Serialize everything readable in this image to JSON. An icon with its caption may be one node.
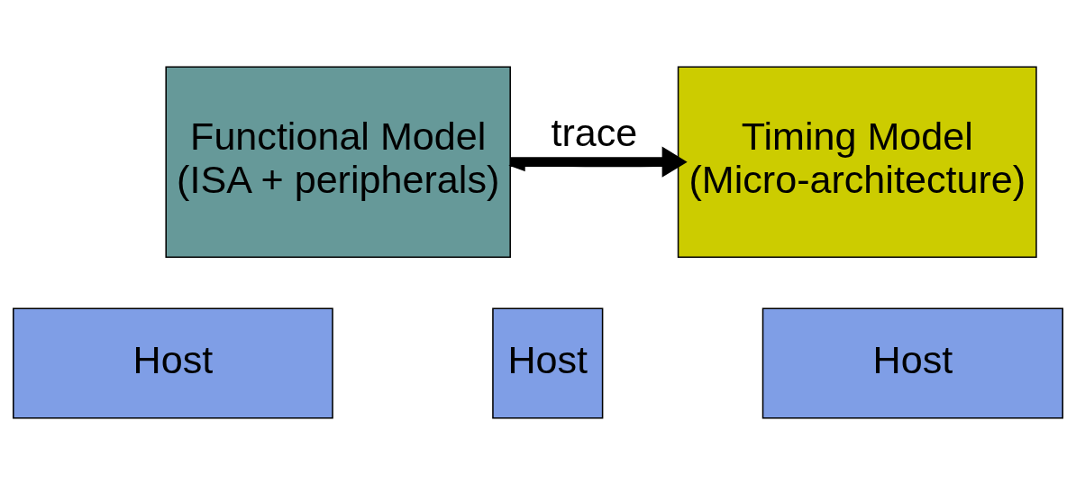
{
  "diagram": {
    "nodes": [
      {
        "text": [
          "Functional Model",
          "(ISA + peripherals)"
        ]
      },
      {
        "text": [
          "Timing Model",
          "(Micro-architecture)"
        ]
      },
      {
        "text": [
          "Host"
        ]
      },
      {
        "text": [
          "Host"
        ]
      },
      {
        "text": [
          "Host"
        ]
      }
    ],
    "edges": [
      {
        "from": 0,
        "to": 1,
        "arrow": "to",
        "label": "trace",
        "style": "thick"
      },
      {
        "from": 1,
        "to": 0,
        "arrow": "to"
      }
    ]
  }
}
